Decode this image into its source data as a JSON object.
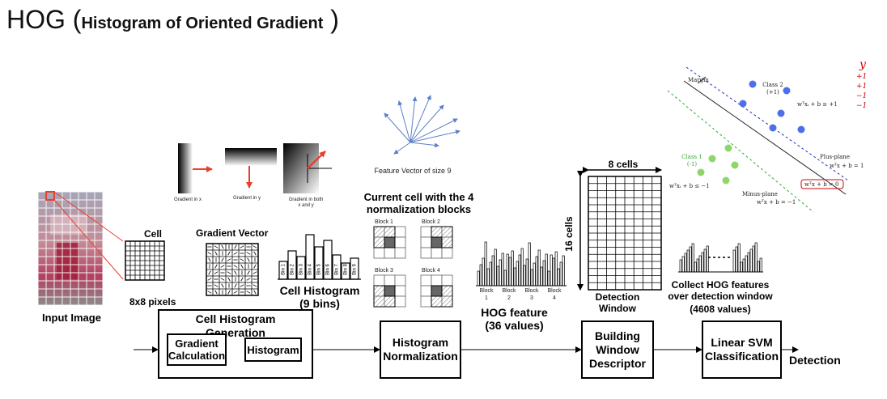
{
  "title": {
    "main": "HOG",
    "open_paren": "(",
    "sub": "Histogram of Oriented Gradient",
    "close_paren": ")"
  },
  "input": {
    "label": "Input Image"
  },
  "cell": {
    "label": "Cell",
    "size_label": "8x8 pixels"
  },
  "gradient_vector": {
    "label": "Gradient Vector"
  },
  "gradients": {
    "x": "Gradient in x",
    "y": "Gradient in y",
    "both": "Gradient in both x and y"
  },
  "histogram": {
    "label": "Cell Histogram",
    "bins_label": "(9 bins)",
    "bins": [
      "Bin 1",
      "Bin 2",
      "Bin 3",
      "Bin 4",
      "Bin 5",
      "Bin 6",
      "Bin 7",
      "Bin 8",
      "Bin 9"
    ]
  },
  "feature_vector": {
    "label": "Feature Vector of size 9"
  },
  "normalization": {
    "title": "Current cell with the 4 normalization blocks",
    "blocks": [
      "Block 1",
      "Block 2",
      "Block 3",
      "Block 4"
    ]
  },
  "hog_feature": {
    "label": "HOG feature",
    "values_label": "(36 values)",
    "block_word": "Block",
    "block_numbers": [
      "1",
      "2",
      "3",
      "4"
    ]
  },
  "detection_window": {
    "top_label": "8 cells",
    "side_label": "16 cells",
    "label": "Detection Window"
  },
  "collect": {
    "label": "Collect HOG features over detection window",
    "values_label": "(4608 values)"
  },
  "svm": {
    "margin": "Margin",
    "class2": "Class 2",
    "class2_sign": "(+1)",
    "class1": "Class 1",
    "class1_sign": "(-1)",
    "eq_plus": "wᵀxᵢ + b ≥ +1",
    "eq_minus": "wᵀxᵢ + b ≤ −1",
    "plus_plane": "Plus-plane",
    "plus_plane_eq": "wᵀx + b = 1",
    "decision_eq": "wᵀx + b = 0",
    "minus_plane": "Minus-plane",
    "minus_plane_eq": "wᵀx + b = −1",
    "y_label": "y",
    "labels": [
      "+1",
      "+1",
      "−1",
      "−1"
    ]
  },
  "pipeline": {
    "group_label": "Cell Histogram Generation",
    "gradient_calc": "Gradient Calculation",
    "histogram": "Histogram",
    "hist_norm": "Histogram Normalization",
    "building_window": "Building Window Descriptor",
    "linear_svm": "Linear SVM Classification",
    "output": "Detection"
  },
  "colors": {
    "red": "#e8402e",
    "svm_blue": "#2233bb",
    "svm_green": "#33aa33",
    "ball_blue": "#4f6fe8",
    "ball_green": "#8fd66a"
  }
}
